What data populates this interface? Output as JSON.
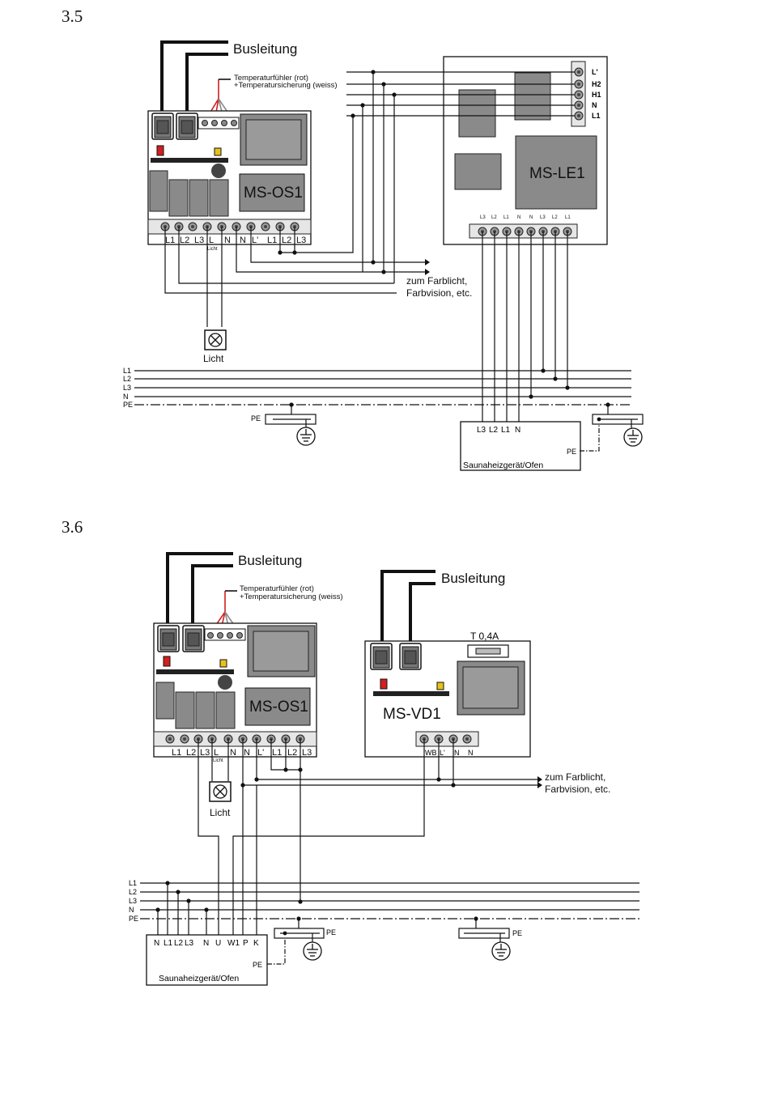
{
  "sections": {
    "s35": "3.5",
    "s36": "3.6"
  },
  "labels": {
    "busleitung": "Busleitung",
    "temp_line1": "Temperaturfühler (rot)",
    "temp_line2": "+Temperatursicherung (weiss)",
    "licht": "Licht",
    "licht_small": "Licht",
    "farblicht_line1": "zum Farblicht,",
    "farblicht_line2": "Farbvision, etc.",
    "ofen": "Saunaheizgerät/Ofen",
    "pe": "PE",
    "fuse": "T 0,4A"
  },
  "modules": {
    "ms_os1": "MS-OS1",
    "ms_le1": "MS-LE1",
    "ms_vd1": "MS-VD1"
  },
  "os1_terminals": [
    "L1",
    "L2",
    "L3",
    "L",
    "N",
    "N",
    "L'",
    "L1",
    "L2",
    "L3"
  ],
  "le1_terminals": [
    "L3",
    "L2",
    "L1",
    "N",
    "N",
    "L3",
    "L2",
    "L1"
  ],
  "le1_side_terminals": [
    "L'",
    "H2",
    "H1",
    "N",
    "L1"
  ],
  "vd1_terminals": [
    "WB",
    "L'",
    "N",
    "N"
  ],
  "bus_lines": [
    "L1",
    "L2",
    "L3",
    "N",
    "PE"
  ],
  "ofen35_terminals": [
    "L3",
    "L2",
    "L1",
    "N"
  ],
  "ofen36_terminals": [
    "N",
    "L1",
    "L2",
    "L3",
    "N",
    "U",
    "W1",
    "P",
    "K"
  ],
  "colors": {
    "line": "#111111",
    "module": "#8a8a8a",
    "board": "#ffffff",
    "red": "#d21f1f",
    "yellow": "#e8c21a"
  }
}
